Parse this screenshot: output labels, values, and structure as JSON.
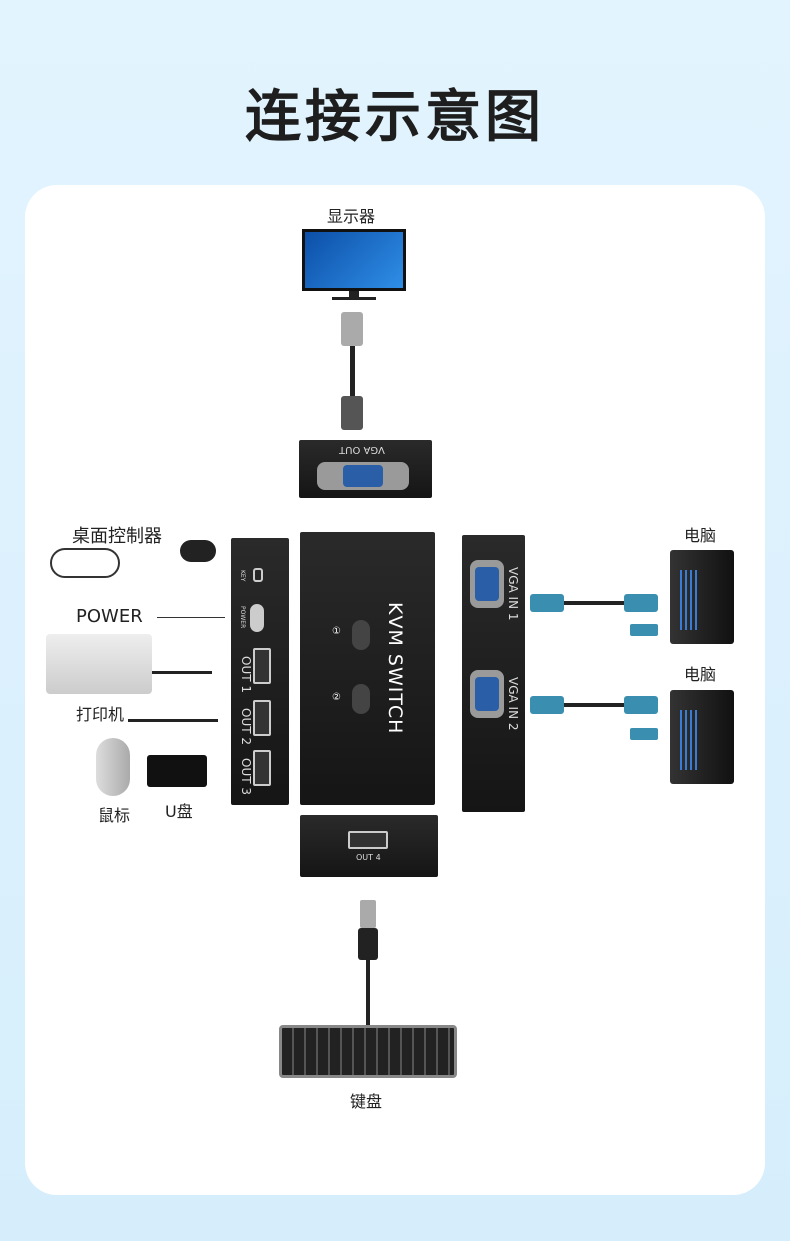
{
  "title": "连接示意图",
  "labels": {
    "monitor": "显示器",
    "desktop_controller": "桌面控制器",
    "power": "POWER",
    "printer": "打印机",
    "mouse": "鼠标",
    "udisk": "U盘",
    "pc1": "电脑",
    "pc2": "电脑",
    "keyboard": "键盘"
  },
  "device": {
    "vga_out": "VGA OUT",
    "key": "KEY",
    "power": "POWER",
    "out1": "OUT 1",
    "out2": "OUT 2",
    "out3": "OUT 3",
    "out4": "OUT 4",
    "brand": "KVM SWITCH",
    "btn1": "①",
    "btn2": "②",
    "vga_in1": "VGA IN 1",
    "vga_in2": "VGA IN 2"
  },
  "colors": {
    "background": "#dff2fd",
    "card": "#ffffff",
    "device": "#1c1c1c",
    "vga_blue": "#2a5fa8",
    "cable_blue": "#3a8fb0"
  }
}
